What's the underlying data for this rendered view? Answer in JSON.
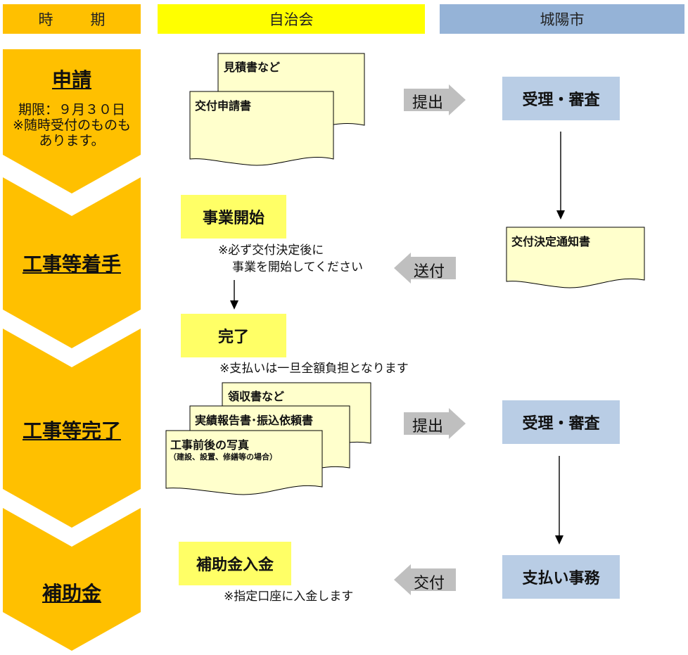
{
  "headers": {
    "period": [
      "時",
      "期"
    ],
    "association": "自治会",
    "city": "城陽市"
  },
  "phases": {
    "apply": {
      "title": "申請",
      "sub": [
        "期限：９月３０日",
        "※随時受付のものも",
        "あります。"
      ]
    },
    "start": {
      "title": "工事等着手"
    },
    "complete": {
      "title": "工事等完了"
    },
    "subsidy": {
      "title": "補助金"
    }
  },
  "documents": {
    "estimate": "見積書など",
    "application": "交付申請書",
    "decision_notice": "交付決定通知書",
    "receipt": "領収書など",
    "report": "実績報告書･振込依頼書",
    "photos": "工事前後の写真",
    "photos_note": "（建設、設置、修繕等の場合）"
  },
  "boxes": {
    "start_work": "事業開始",
    "finish": "完了",
    "subsidy_deposit": "補助金入金",
    "review1": "受理・審査",
    "review2": "受理・審査",
    "payment": "支払い事務"
  },
  "notes": {
    "start": [
      "※必ず交付決定後に",
      "事業を開始してください"
    ],
    "finish": "※支払いは一旦全額負担となります",
    "deposit": "※指定口座に入金します"
  },
  "arrows": {
    "submit1": "提出",
    "send": "送付",
    "submit2": "提出",
    "deliver": "交付"
  },
  "colors": {
    "period": "#ffc000",
    "association": "#ffff00",
    "city": "#95b3d7",
    "yellow_box": "#ffff66",
    "blue_box": "#b9cde5",
    "document": "#ffffcc",
    "gray_arrow": "#bfbfbf"
  }
}
